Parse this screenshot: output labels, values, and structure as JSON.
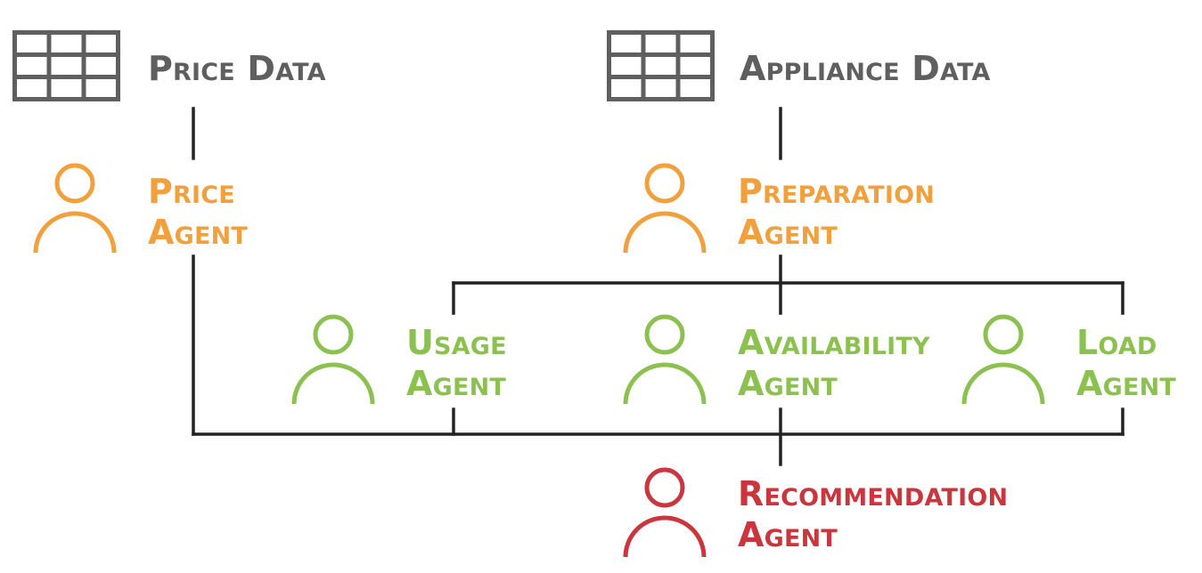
{
  "colors": {
    "data": "#5f5f5f",
    "orange": "#f0a03c",
    "green": "#8cc152",
    "red": "#c9363e",
    "connector": "#222222"
  },
  "data_sources": [
    {
      "id": "price-data",
      "label": "Price Data",
      "icon": "table-icon"
    },
    {
      "id": "appliance-data",
      "label": "Appliance Data",
      "icon": "table-icon"
    }
  ],
  "agents": {
    "price": {
      "line1": "Price",
      "line2": "Agent",
      "icon": "person-icon"
    },
    "preparation": {
      "line1": "Preparation",
      "line2": "Agent",
      "icon": "person-icon"
    },
    "usage": {
      "line1": "Usage",
      "line2": "Agent",
      "icon": "person-icon"
    },
    "availability": {
      "line1": "Availability",
      "line2": "Agent",
      "icon": "person-icon"
    },
    "load": {
      "line1": "Load",
      "line2": "Agent",
      "icon": "person-icon"
    },
    "recommendation": {
      "line1": "Recommendation",
      "line2": "Agent",
      "icon": "person-icon"
    }
  }
}
